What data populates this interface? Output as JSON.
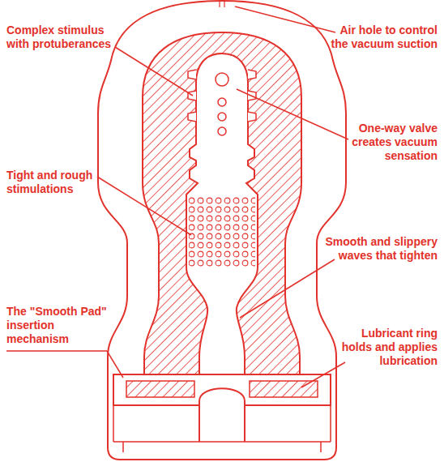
{
  "diagram": {
    "labels": [
      "Complex stimulus with protuberances",
      "Air hole to control the vacuum suction",
      "One-way valve creates vacuum sensation",
      "Tight and rough stimulations",
      "Smooth and slippery waves that tighten",
      "The \"Smooth Pad\" insertion mechanism",
      "Lubricant ring holds and applies lubrication"
    ]
  }
}
